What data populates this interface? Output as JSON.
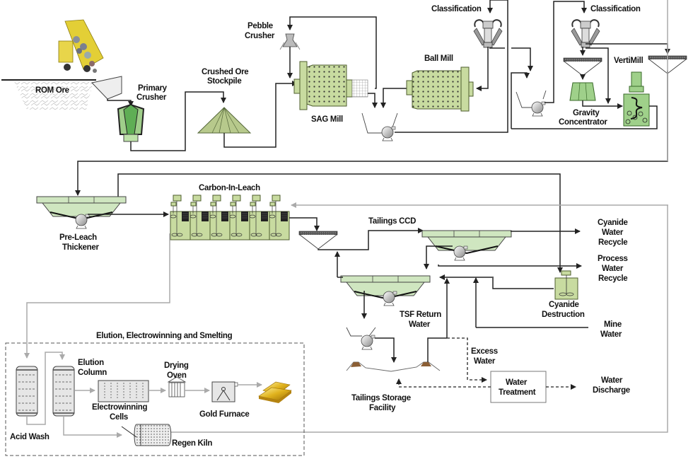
{
  "diagram": {
    "type": "process-flow",
    "subject": "Gold ore processing flowsheet",
    "colors": {
      "equipment_green": "#c8dba0",
      "thickener_green": "#cfe6c0",
      "flow_line": "#222222",
      "secondary_flow_line": "#aaaaaa",
      "gold": "#d4a514",
      "tailings_dam": "#8b5e34"
    }
  },
  "labels": {
    "rom_ore": "ROM Ore",
    "primary_crusher": [
      "Primary",
      "Crusher"
    ],
    "crushed_ore_stockpile": [
      "Crushed Ore",
      "Stockpile"
    ],
    "pebble_crusher": [
      "Pebble",
      "Crusher"
    ],
    "sag_mill": "SAG Mill",
    "ball_mill": "Ball Mill",
    "classification_1": "Classification",
    "classification_2": "Classification",
    "vertimill": "VertiMill",
    "gravity_concentrator": [
      "Gravity",
      "Concentrator"
    ],
    "carbon_in_leach": "Carbon-In-Leach",
    "pre_leach_thickener": [
      "Pre-Leach",
      "Thickener"
    ],
    "tailings_ccd": "Tailings  CCD",
    "cyanide_water_recycle": [
      "Cyanide",
      "Water",
      "Recycle"
    ],
    "process_water_recycle": [
      "Process",
      "Water",
      "Recycle"
    ],
    "cyanide_destruction": [
      "Cyanide",
      "Destruction"
    ],
    "mine_water": [
      "Mine",
      "Water"
    ],
    "tsf_return_water": [
      "TSF Return",
      "Water"
    ],
    "excess_water": [
      "Excess",
      "Water"
    ],
    "water_treatment": [
      "Water",
      "Treatment"
    ],
    "water_discharge": [
      "Water",
      "Discharge"
    ],
    "tailings_storage_facility": [
      "Tailings  Storage",
      "Facility"
    ],
    "elution_group_title": "Elution, Electrowinning and Smelting",
    "elution_column": [
      "Elution",
      "Column"
    ],
    "acid_wash": "Acid Wash",
    "electrowinning_cells": [
      "Electrowinning",
      "Cells"
    ],
    "drying_oven": [
      "Drying",
      "Oven"
    ],
    "gold_furnace": "Gold Furnace",
    "regen_kiln": "Regen Kiln"
  },
  "icons": {
    "dump_truck": "dump-truck-icon",
    "gold_bars": "gold-bars-icon",
    "pump": "slurry-pump-icon",
    "hydrocyclone": "hydrocyclone-icon"
  }
}
